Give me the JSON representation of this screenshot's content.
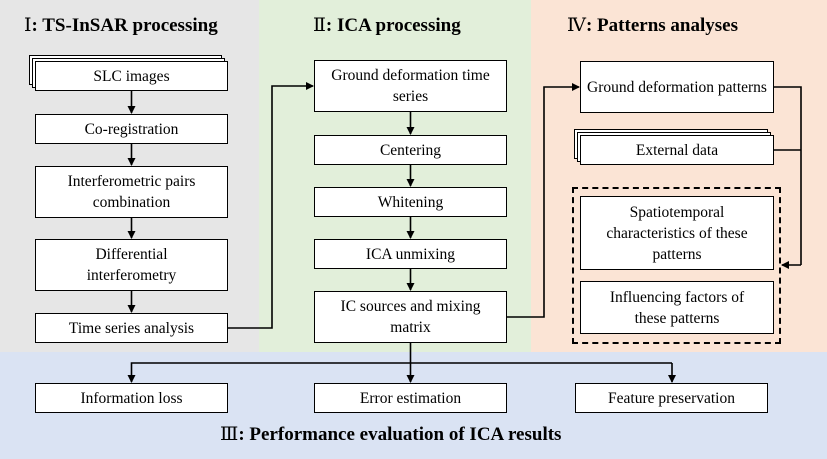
{
  "diagram": {
    "panels": {
      "ts_insar": {
        "numeral": "Ⅰ",
        "title": ": TS-InSAR processing",
        "color": "#e6e6e6",
        "steps": [
          "SLC images",
          "Co-registration",
          "Interferometric pairs combination",
          "Differential interferometry",
          "Time series analysis"
        ]
      },
      "ica": {
        "numeral": "Ⅱ",
        "title": ": ICA processing",
        "color": "#e2efda",
        "steps": [
          "Ground deformation time series",
          "Centering",
          "Whitening",
          "ICA unmixing",
          "IC sources and mixing matrix"
        ]
      },
      "patterns": {
        "numeral": "Ⅳ",
        "title": ": Patterns analyses",
        "color": "#fbe4d5",
        "steps": [
          "Ground deformation patterns",
          "External data",
          "Spatiotemporal characteristics of these patterns",
          "Influencing factors of these patterns"
        ]
      },
      "performance": {
        "numeral": "Ⅲ",
        "title": ": Performance evaluation of ICA results",
        "color": "#dae3f3",
        "steps": [
          "Information loss",
          "Error estimation",
          "Feature preservation"
        ]
      }
    }
  }
}
